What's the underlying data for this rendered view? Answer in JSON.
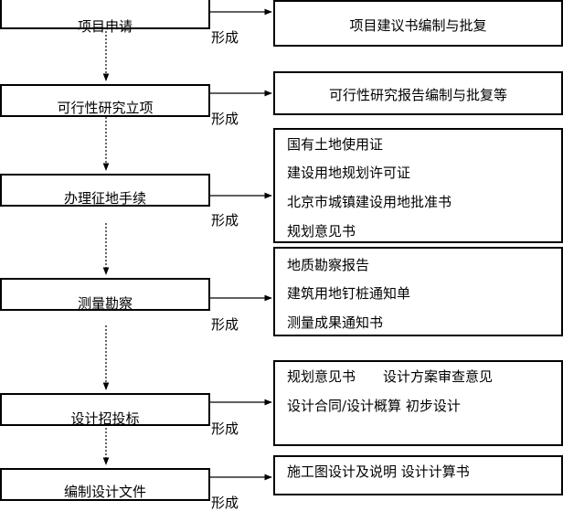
{
  "steps": [
    {
      "label": "项目申请",
      "output_label": "形成"
    },
    {
      "label": "可行性研究立项",
      "output_label": "形成"
    },
    {
      "label": "办理征地手续",
      "output_label": "形成"
    },
    {
      "label": "测量勘察",
      "output_label": "形成"
    },
    {
      "label": "设计招投标",
      "output_label": "形成"
    },
    {
      "label": "编制设计文件",
      "output_label": "形成"
    }
  ],
  "results": [
    {
      "lines": [
        "项目建议书编制与批复"
      ]
    },
    {
      "lines": [
        "可行性研究报告编制与批复等"
      ]
    },
    {
      "lines": [
        "国有土地使用证",
        "建设用地规划许可证",
        "北京市城镇建设用地批准书",
        "规划意见书"
      ]
    },
    {
      "lines": [
        "地质勘察报告",
        "建筑用地钉桩通知单",
        "测量成果通知书"
      ]
    },
    {
      "lines": [
        "规划意见书　　设计方案审查意见",
        "设计合同/设计概算  初步设计"
      ]
    },
    {
      "lines": [
        "施工图设计及说明  设计计算书"
      ]
    }
  ]
}
